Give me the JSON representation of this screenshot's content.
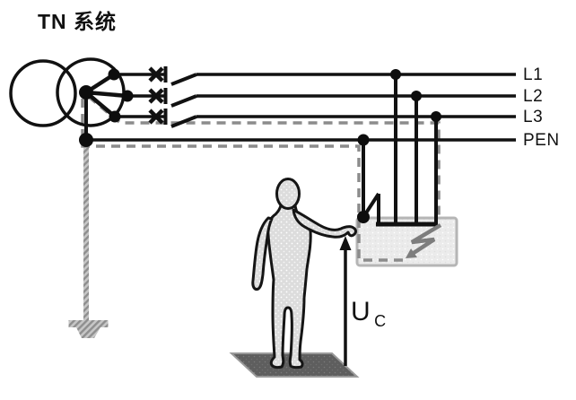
{
  "title": "TN 系统",
  "conductors": [
    {
      "label": "L1"
    },
    {
      "label": "L2"
    },
    {
      "label": "L3"
    },
    {
      "label": "PEN"
    }
  ],
  "touch_voltage": {
    "symbol": "U",
    "subscript": "C"
  },
  "colors": {
    "line": "#111111",
    "pe_dashed": "#8c8c8c",
    "appliance_border": "#b5b5b5",
    "fault_arrow": "#7d7d7d",
    "earth_hatch": "#8f8f8f"
  }
}
